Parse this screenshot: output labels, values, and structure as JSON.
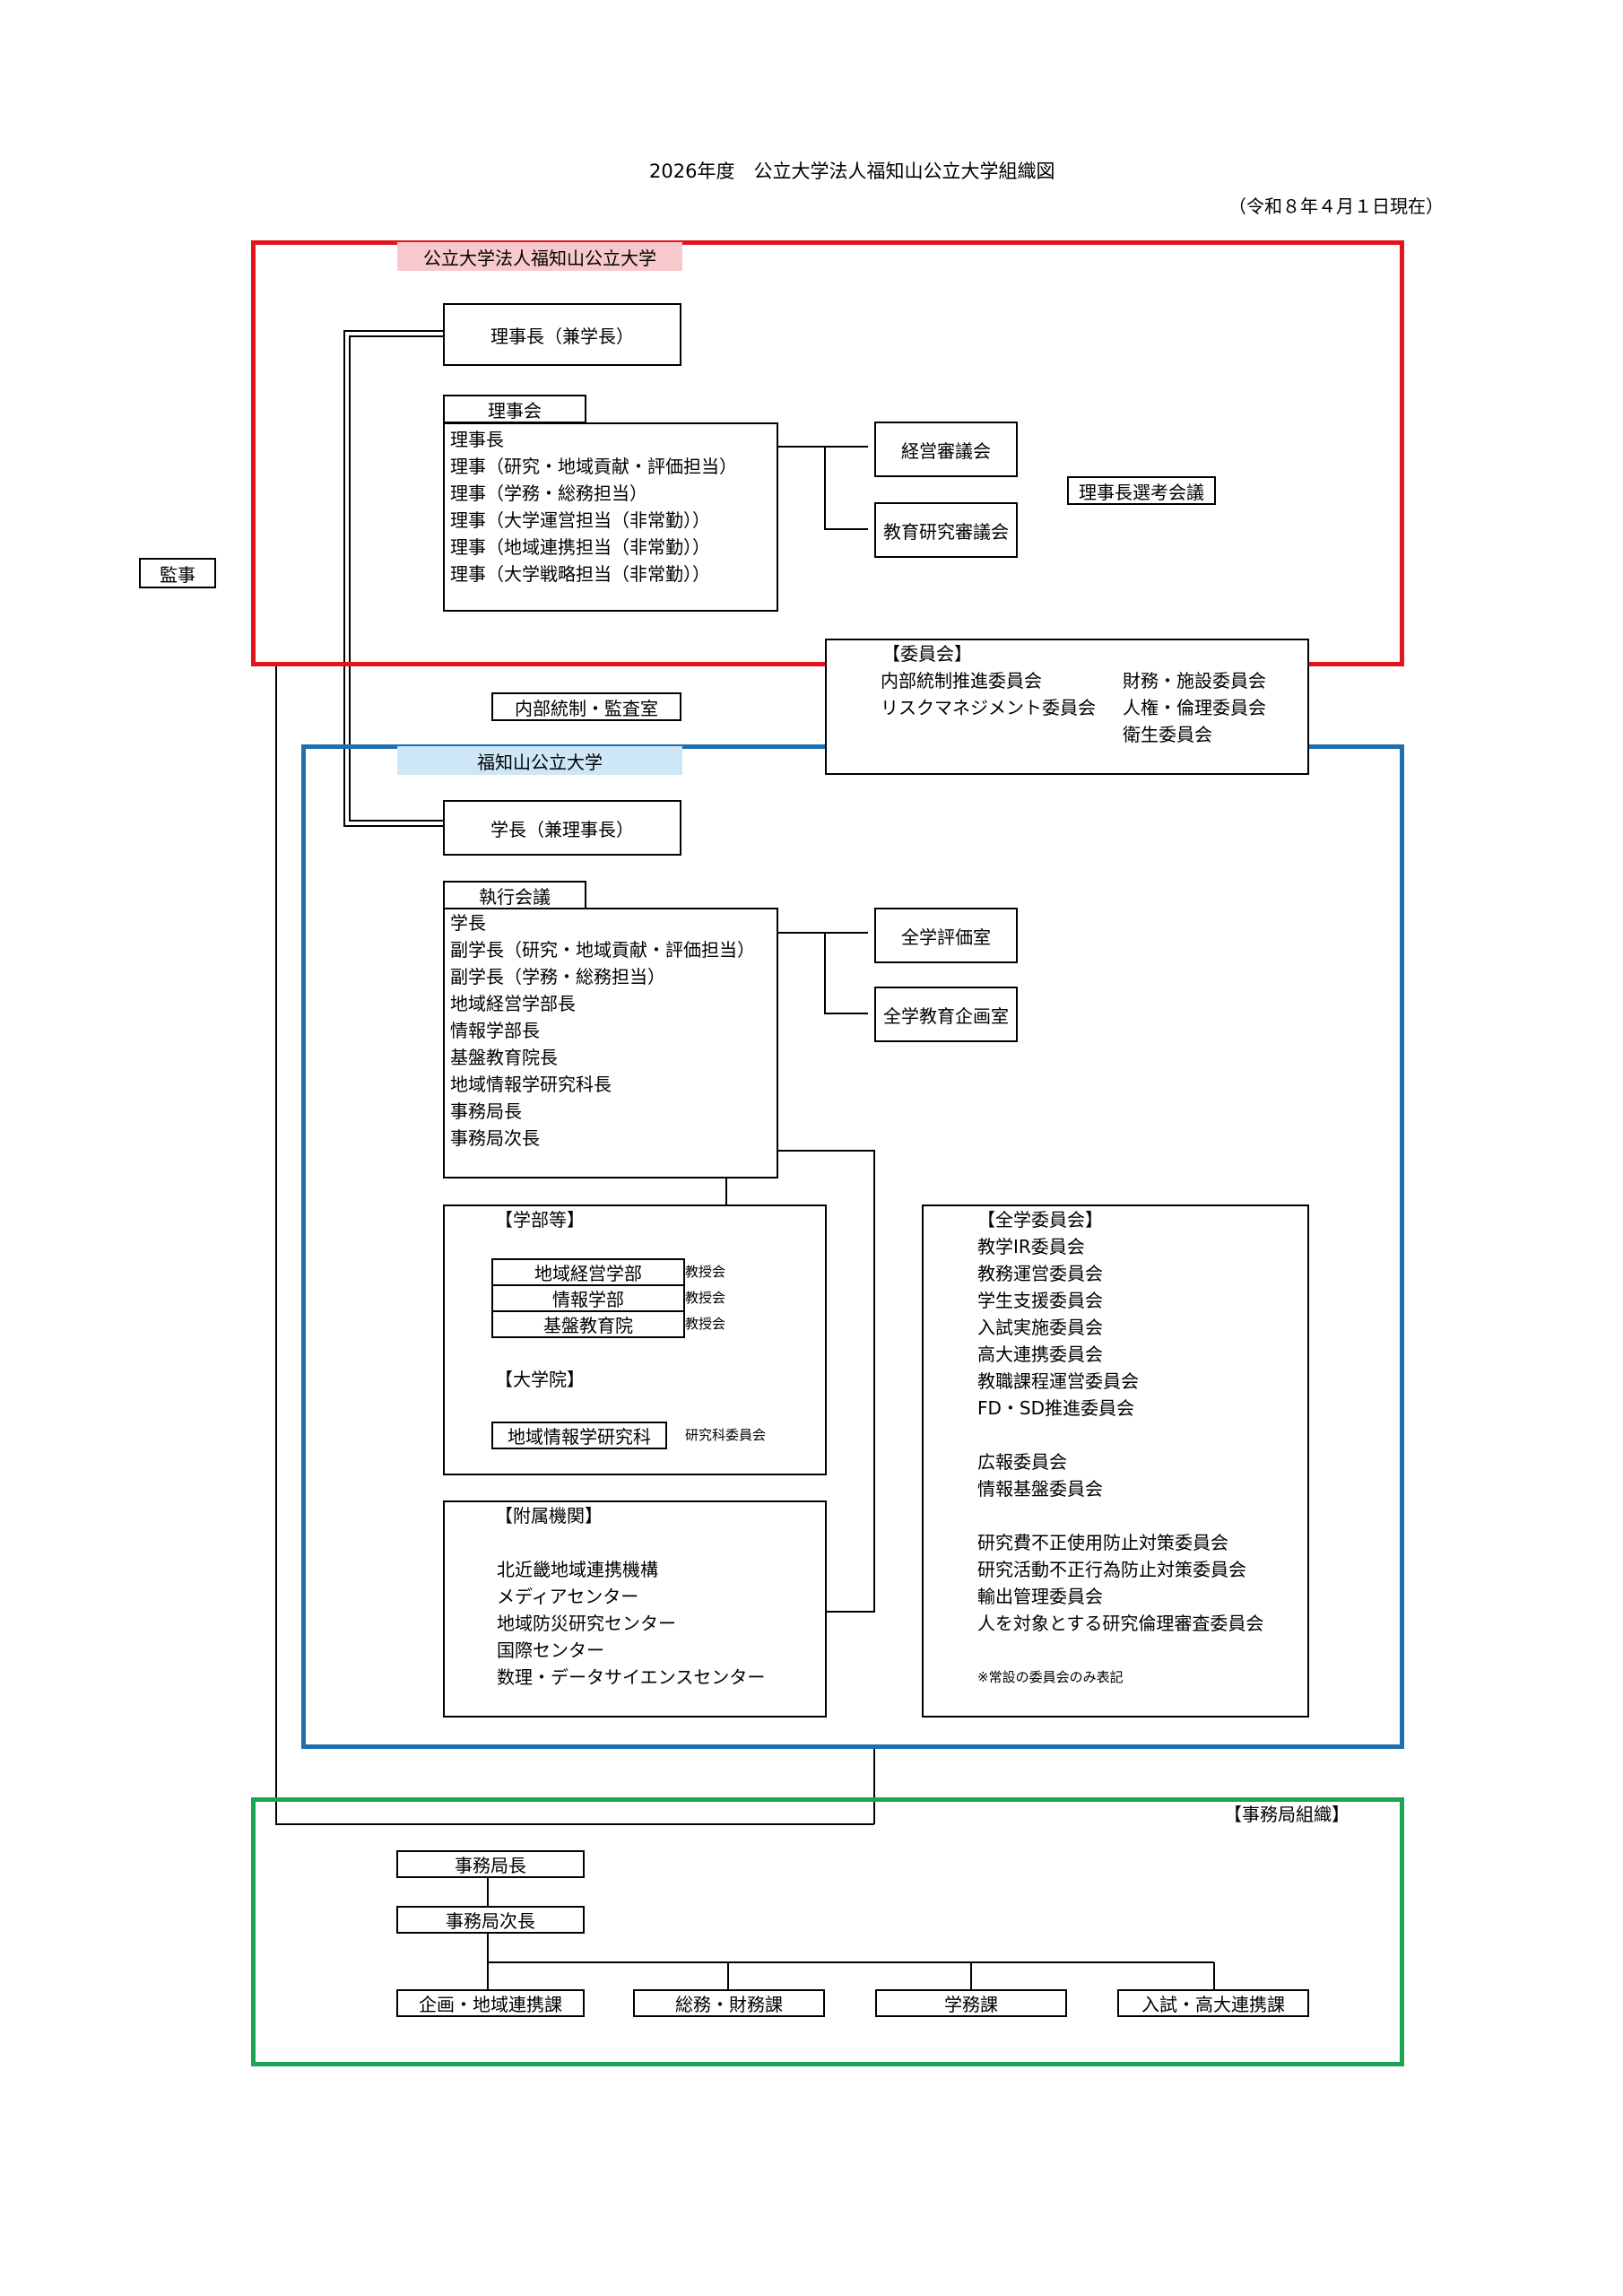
{
  "title": "2026年度　公立大学法人福知山公立大学組織図",
  "date": "（令和８年４月１日現在）",
  "colors": {
    "corp": "#e3141b",
    "univ": "#1f6fb0",
    "office": "#1aa555",
    "corp_label_bg": "#f7c9cd",
    "univ_label_bg": "#cde7f7"
  },
  "corp": {
    "label": "公立大学法人福知山公立大学",
    "chair": "理事長（兼学長）",
    "board_tab": "理事会",
    "board_members": [
      "理事長",
      "理事（研究・地域貢献・評価担当）",
      "理事（学務・総務担当）",
      "理事（大学運営担当（非常勤））",
      "理事（地域連携担当（非常勤））",
      "理事（大学戦略担当（非常勤））"
    ],
    "mgmt_council": "経営審議会",
    "edu_council": "教育研究審議会",
    "selection": "理事長選考会議"
  },
  "auditor": "監事",
  "internal_audit": "内部統制・監査室",
  "committees": {
    "header": "【委員会】",
    "left": [
      "内部統制推進委員会",
      "リスクマネジメント委員会"
    ],
    "right": [
      "財務・施設委員会",
      "人権・倫理委員会",
      "衛生委員会"
    ]
  },
  "univ": {
    "label": "福知山公立大学",
    "president": "学長（兼理事長）",
    "exec_tab": "執行会議",
    "exec_members": [
      "学長",
      "副学長（研究・地域貢献・評価担当）",
      "副学長（学務・総務担当）",
      "地域経営学部長",
      "情報学部長",
      "基盤教育院長",
      "地域情報学研究科長",
      "事務局長",
      "事務局次長"
    ],
    "eval_office": "全学評価室",
    "plan_office": "全学教育企画室",
    "faculties": {
      "header": "【学部等】",
      "items": [
        {
          "name": "地域経営学部",
          "note": "教授会"
        },
        {
          "name": "情報学部",
          "note": "教授会"
        },
        {
          "name": "基盤教育院",
          "note": "教授会"
        }
      ],
      "grad_header": "【大学院】",
      "grad": {
        "name": "地域情報学研究科",
        "note": "研究科委員会"
      }
    },
    "affiliated": {
      "header": "【附属機関】",
      "items": [
        "北近畿地域連携機構",
        "メディアセンター",
        "地域防災研究センター",
        "国際センター",
        "数理・データサイエンスセンター"
      ]
    },
    "univ_committees": {
      "header": "【全学委員会】",
      "group1": [
        "教学IR委員会",
        "教務運営委員会",
        "学生支援委員会",
        "入試実施委員会",
        "高大連携委員会",
        "教職課程運営委員会",
        "FD・SD推進委員会"
      ],
      "group2": [
        "広報委員会",
        "情報基盤委員会"
      ],
      "group3": [
        "研究費不正使用防止対策委員会",
        "研究活動不正行為防止対策委員会",
        "輸出管理委員会",
        "人を対象とする研究倫理審査委員会"
      ],
      "note": "※常設の委員会のみ表記"
    }
  },
  "office": {
    "label": "【事務局組織】",
    "director": "事務局長",
    "deputy": "事務局次長",
    "sections": [
      "企画・地域連携課",
      "総務・財務課",
      "学務課",
      "入試・高大連携課"
    ]
  }
}
